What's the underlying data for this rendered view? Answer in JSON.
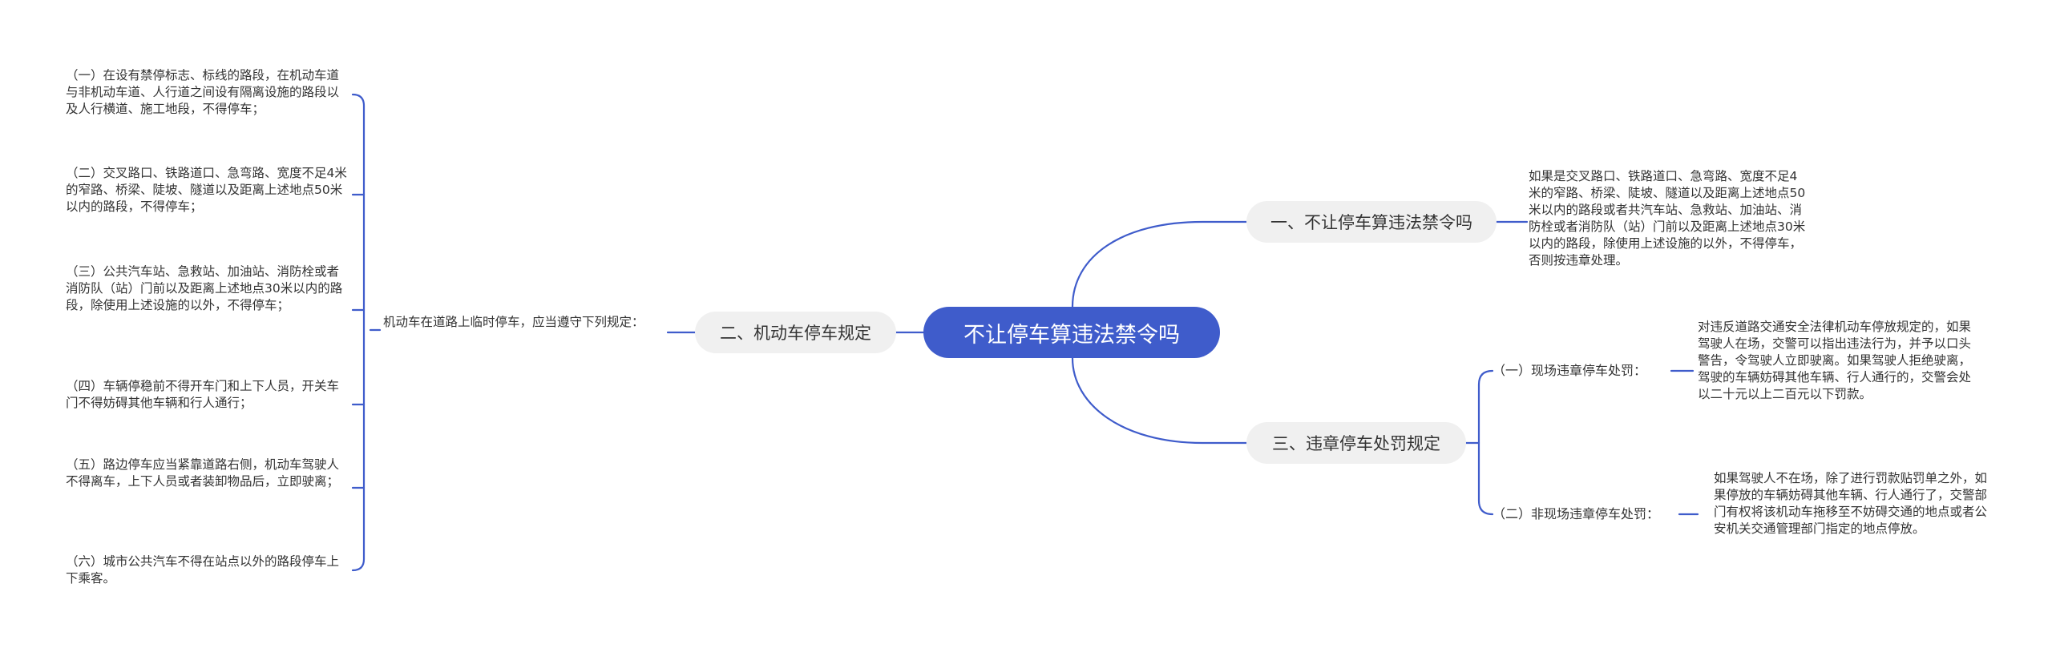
{
  "central": "不让停车算违法禁令吗",
  "branches": {
    "b1": {
      "label": "一、不让停车算违法禁令吗",
      "detail": "如果是交叉路口、铁路道口、急弯路、宽度不足4米的窄路、桥梁、陡坡、隧道以及距离上述地点50米以内的路段或者共汽车站、急救站、加油站、消防栓或者消防队（站）门前以及距离上述地点30米以内的路段，除使用上述设施的以外，不得停车，否则按违章处理。"
    },
    "b2": {
      "label": "二、机动车停车规定",
      "intro": "机动车在道路上临时停车，应当遵守下列规定：",
      "items": [
        "（一）在设有禁停标志、标线的路段，在机动车道与非机动车道、人行道之间设有隔离设施的路段以及人行横道、施工地段，不得停车；",
        "（二）交叉路口、铁路道口、急弯路、宽度不足4米的窄路、桥梁、陡坡、隧道以及距离上述地点50米以内的路段，不得停车；",
        "（三）公共汽车站、急救站、加油站、消防栓或者消防队（站）门前以及距离上述地点30米以内的路段，除使用上述设施的以外，不得停车；",
        "（四）车辆停稳前不得开车门和上下人员，开关车门不得妨碍其他车辆和行人通行；",
        "（五）路边停车应当紧靠道路右侧，机动车驾驶人不得离车，上下人员或者装卸物品后，立即驶离；",
        "（六）城市公共汽车不得在站点以外的路段停车上下乘客。"
      ]
    },
    "b3": {
      "label": "三、违章停车处罚规定",
      "subs": [
        {
          "label": "（一）现场违章停车处罚：",
          "detail": "对违反道路交通安全法律机动车停放规定的，如果驾驶人在场，交警可以指出违法行为，并予以口头警告，令驾驶人立即驶离。如果驾驶人拒绝驶离，驾驶的车辆妨碍其他车辆、行人通行的，交警会处以二十元以上二百元以下罚款。"
        },
        {
          "label": "（二）非现场违章停车处罚：",
          "detail": "如果驾驶人不在场，除了进行罚款贴罚单之外，如果停放的车辆妨碍其他车辆、行人通行了，交警部门有权将该机动车拖移至不妨碍交通的地点或者公安机关交通管理部门指定的地点停放。"
        }
      ]
    }
  },
  "colors": {
    "central": "#3f5ccb",
    "link": "#3f5ccb",
    "branch_bg": "#f0f0f0"
  }
}
